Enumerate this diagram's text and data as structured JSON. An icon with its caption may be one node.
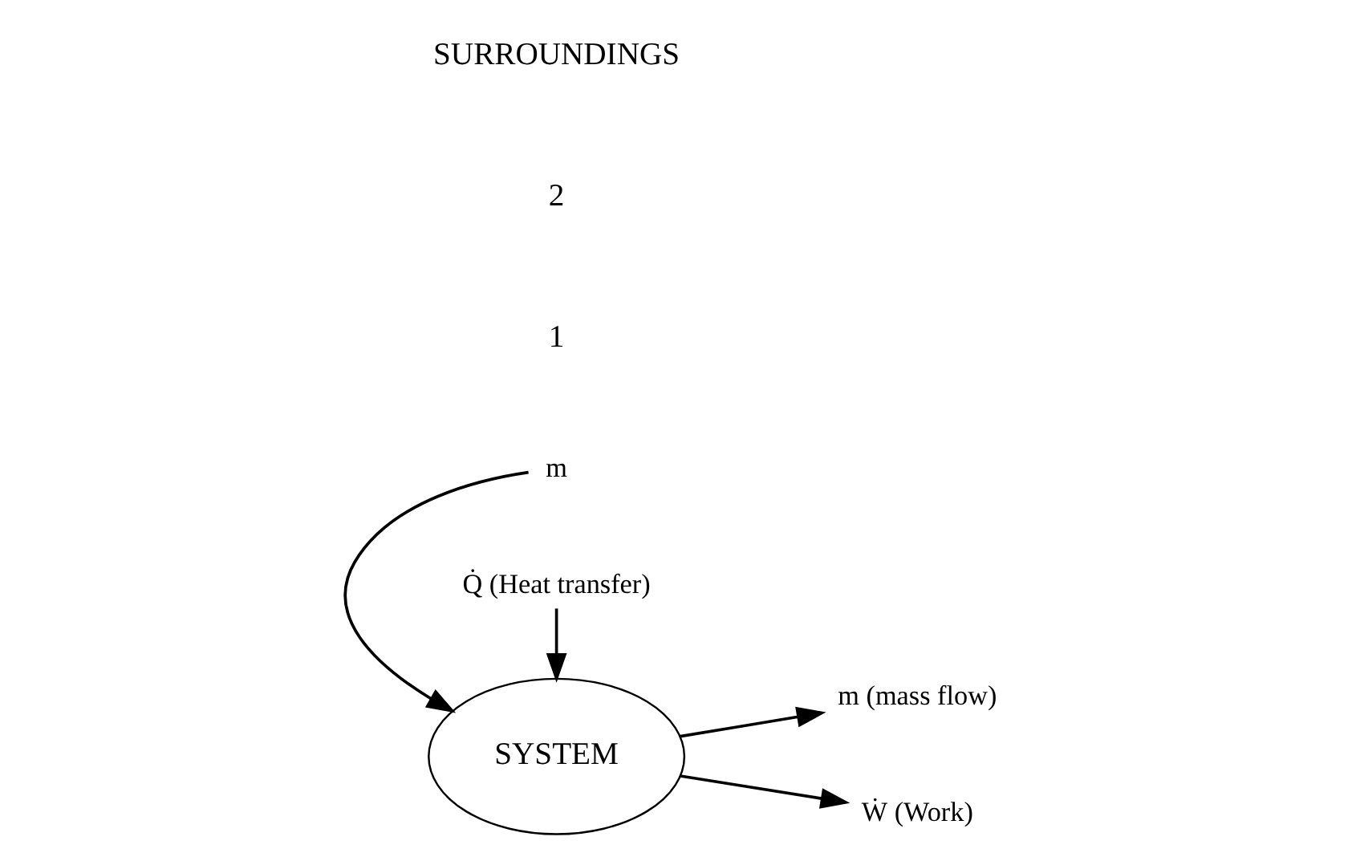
{
  "diagram": {
    "nodes": [
      {
        "text": [
          "m"
        ]
      },
      {
        "text": [
          "SYSTEM"
        ]
      },
      {
        "text": [
          "m (mass flow)"
        ]
      },
      {
        "text": [
          "Q̇ (Heat transfer)"
        ]
      },
      {
        "text": [
          "Ẇ (Work)"
        ]
      }
    ],
    "edges": [
      {
        "from": 0,
        "to": 1,
        "arrow": "to"
      },
      {
        "from": 1,
        "to": 2,
        "arrow": "to"
      },
      {
        "from": 3,
        "to": 1,
        "arrow": "to"
      },
      {
        "from": 1,
        "to": 4,
        "arrow": "to"
      }
    ],
    "labels": [
      "1",
      "2",
      "SURROUNDINGS"
    ]
  }
}
